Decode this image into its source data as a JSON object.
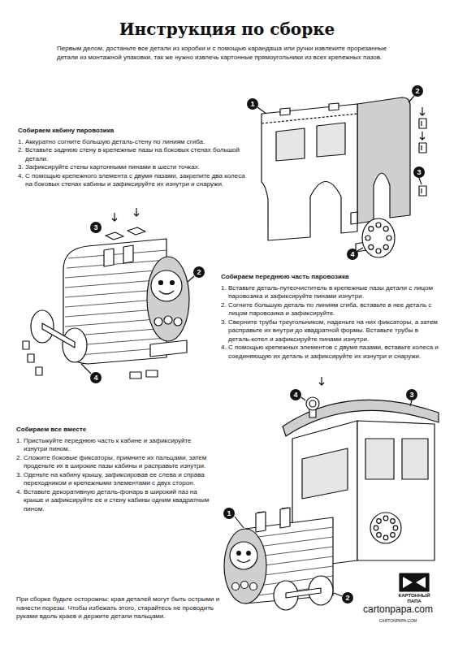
{
  "diagram": {
    "title": "Инструкция по сборке",
    "nodes": [
      {
        "text": [
          "1"
        ]
      },
      {
        "text": [
          "2"
        ]
      },
      {
        "text": [
          "3"
        ]
      },
      {
        "text": [
          "4"
        ]
      },
      {
        "text": [
          "3"
        ]
      },
      {
        "text": [
          "2"
        ]
      },
      {
        "text": [
          "4"
        ]
      },
      {
        "text": [
          "4"
        ]
      },
      {
        "text": [
          "3"
        ]
      },
      {
        "text": [
          "1"
        ]
      },
      {
        "text": [
          "2"
        ]
      }
    ],
    "labels": [
      "Первым делом, достаньте все детали из коробки и с помощью карандаша или ручки извлеките прорезанные детали из монтажной упаковки, так же нужно извлечь картонные прямоугольники из всех крепежных пазов.",
      "Собираем кабину паровозика",
      "1. Аккуратно согните большую деталь-стену по линиям сгиба.",
      "2. Вставьте заднюю стену в крепежные пазы на боковых стенах большой детали.",
      "3. Зафиксируйте стены картонными пинами в шести точках.",
      "4. С помощью крепежного элемента с двумя пазами, закрепите два колеса на боковых стенах кабины и зафиксируйте их изнутри и снаружи.",
      "Собираем переднюю часть паровозика",
      "1. Вставьте деталь-путеочиститель в крепежные пазы детали с лицом паровозика и зафиксируйте пинами изнутри.",
      "2. Согните большую деталь по линиям сгиба, вставьте в нее деталь с лицом паровозика и зафиксируйте.",
      "3. Сверните трубы треугольником, наденьте на них фиксаторы, а затем расправьте их внутри до квадратной формы. Вставьте трубы в деталь-котел и зафиксируйте пинами изнутри.",
      "4. С помощью крепежных элементов с двумя пазами, вставьте колеса и соединяющую их деталь и зафиксируйте их изнутри и снаружи.",
      "Собираем все вместе",
      "1. Пристыкуйте переднюю часть к кабине и зафиксируйте изнутри пином.",
      "2. Сложите боковые фиксаторы, примните их пальцами, затем проденьте их в широкие пазы кабины и расправьте изнутри.",
      "3. Оденьте на кабину крышу, зафиксировав ее слева и справа переходником и крепежными элементами с двух сторон.",
      "4. Вставьте декоративную деталь-фонарь в широкий паз на крыше и зафиксируйте ее и стену кабины одним квадратным пином.",
      "При сборке будьте осторожны: края деталей могут быть острыми и нанести порезы. Чтобы избежать этого, старайтесь не проводить руками вдоль краев и держите детали пальцами.",
      "КАРТОННЫЙ ПАПА",
      "cartonpapa.com",
      "CARTONPAPA.COM"
    ]
  }
}
